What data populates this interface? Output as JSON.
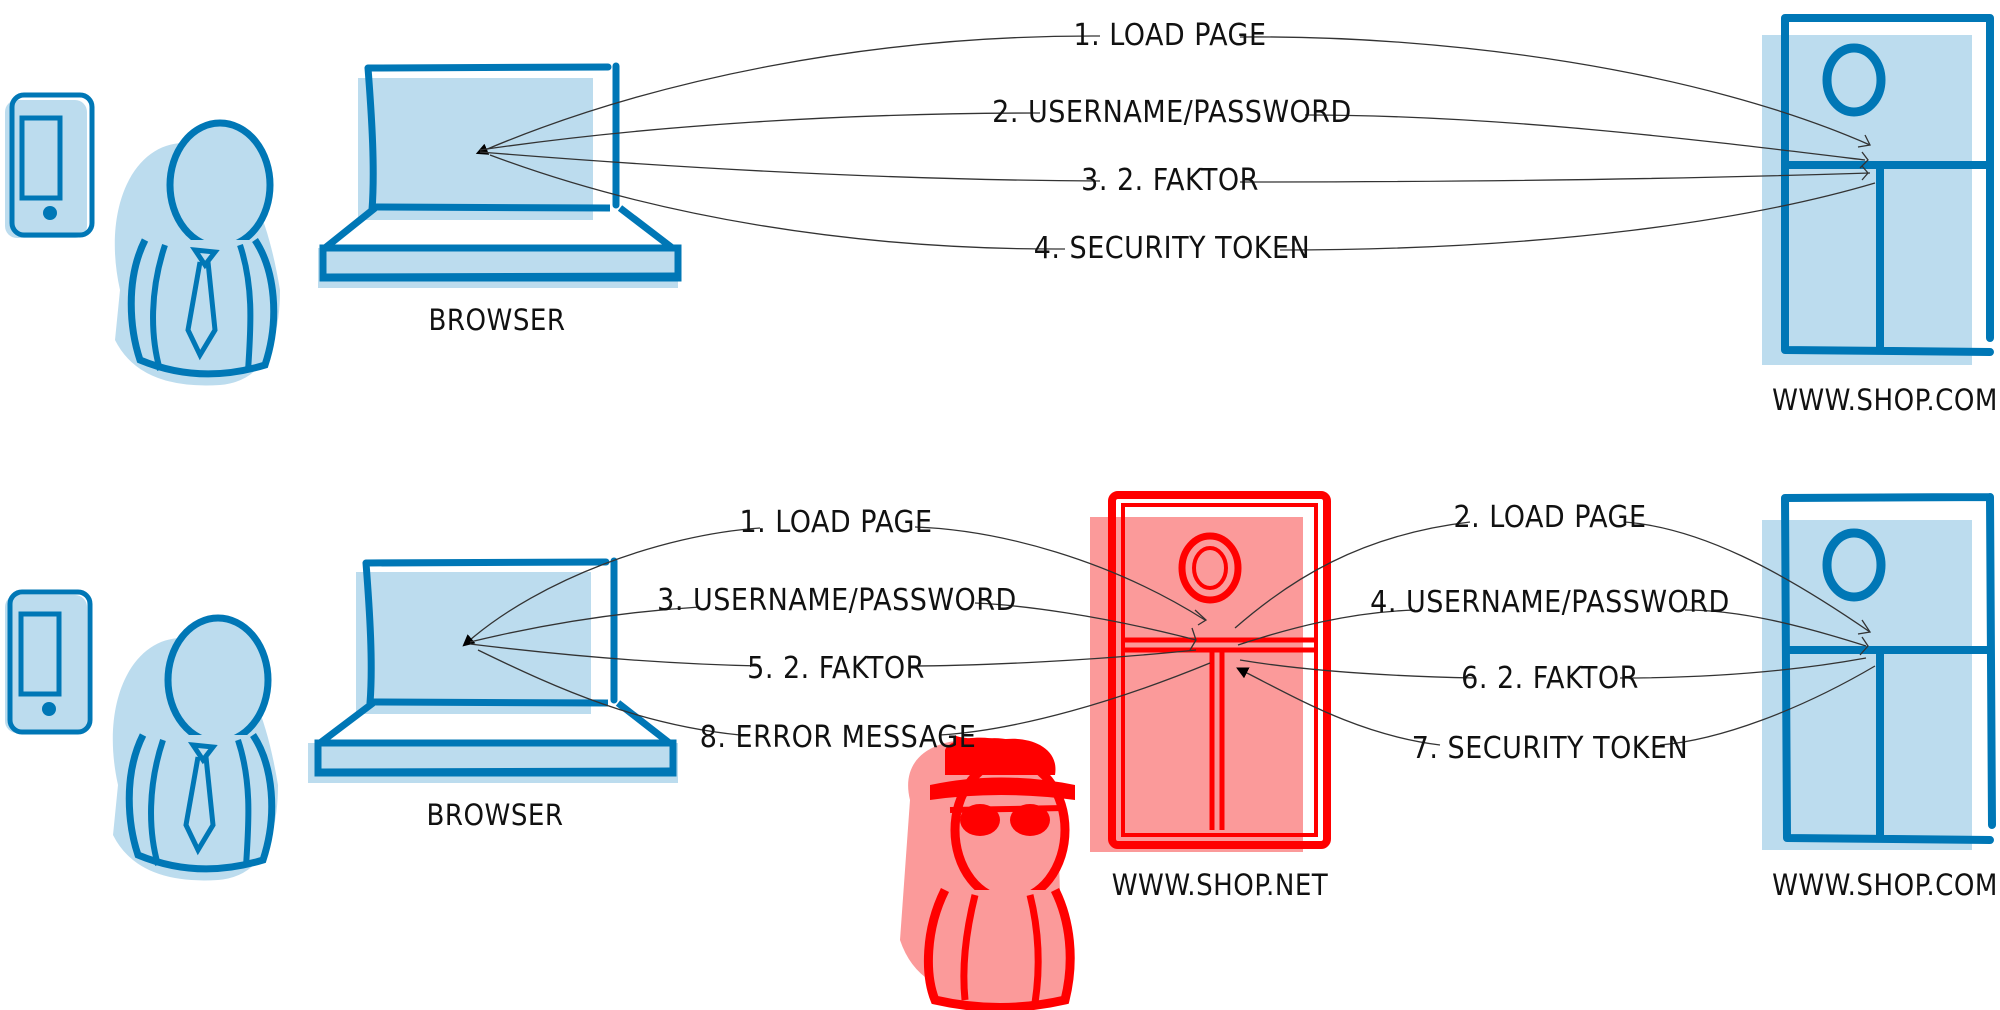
{
  "colors": {
    "blue_stroke": "#0077b6",
    "blue_fill": "#bcdcee",
    "red_stroke": "#ff0000",
    "red_fill": "#fb9a9a",
    "ink": "#111111",
    "line": "#333333"
  },
  "top_scenario": {
    "client_label": "BROWSER",
    "server_label": "WWW.SHOP.COM",
    "steps": [
      {
        "label": "1. LOAD PAGE",
        "direction": "browser-to-server"
      },
      {
        "label": "2. USERNAME/PASSWORD",
        "direction": "browser-to-server"
      },
      {
        "label": "3. 2. FAKTOR",
        "direction": "browser-to-server"
      },
      {
        "label": "4. SECURITY TOKEN",
        "direction": "server-to-browser"
      }
    ]
  },
  "bottom_scenario": {
    "client_label": "BROWSER",
    "attacker_label": "WWW.SHOP.NET",
    "server_label": "WWW.SHOP.COM",
    "left_steps": [
      {
        "label": "1. LOAD PAGE",
        "direction": "browser-to-attacker"
      },
      {
        "label": "3. USERNAME/PASSWORD",
        "direction": "browser-to-attacker"
      },
      {
        "label": "5. 2. FAKTOR",
        "direction": "browser-to-attacker"
      },
      {
        "label": "8. ERROR MESSAGE",
        "direction": "attacker-to-browser"
      }
    ],
    "right_steps": [
      {
        "label": "2. LOAD PAGE",
        "direction": "attacker-to-server"
      },
      {
        "label": "4. USERNAME/PASSWORD",
        "direction": "attacker-to-server"
      },
      {
        "label": "6. 2. FAKTOR",
        "direction": "attacker-to-server"
      },
      {
        "label": "7. SECURITY TOKEN",
        "direction": "server-to-attacker"
      }
    ]
  }
}
